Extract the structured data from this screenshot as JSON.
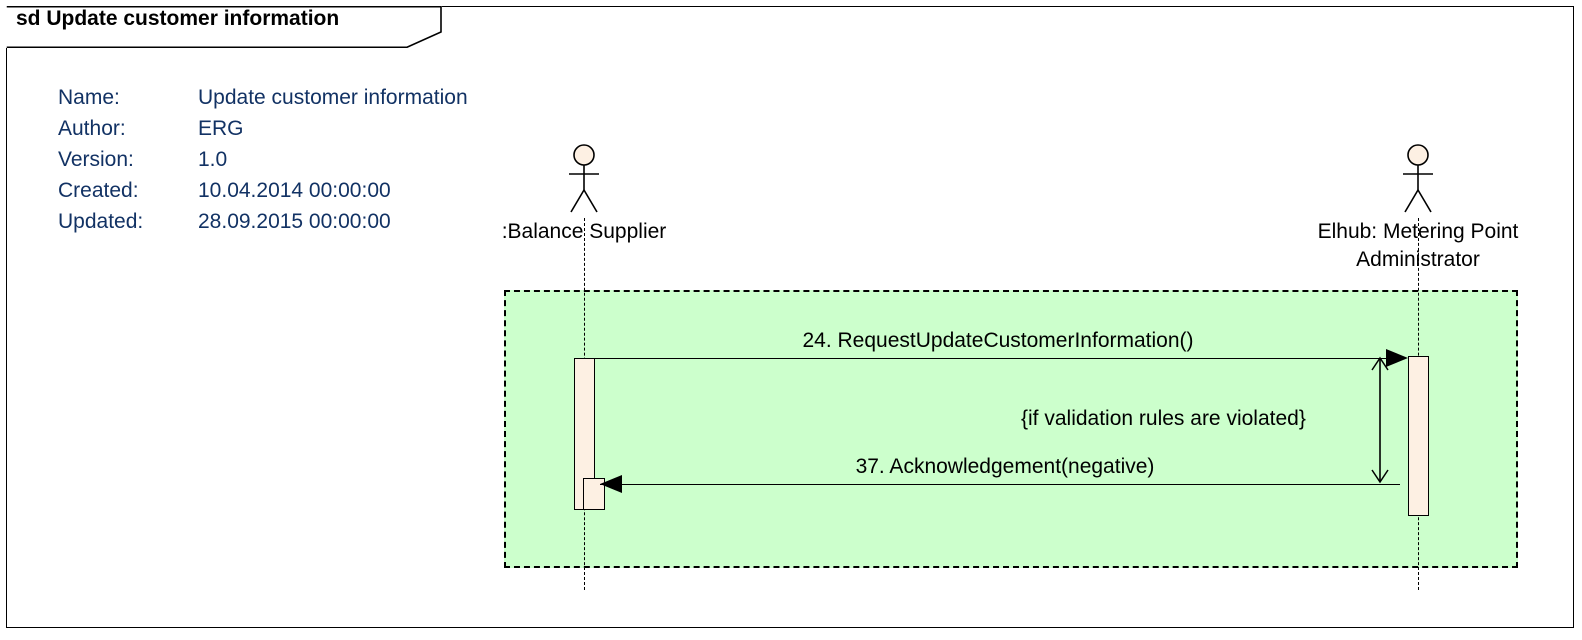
{
  "frame": {
    "header_label": "sd Update customer information"
  },
  "metadata": {
    "rows": [
      {
        "key": "Name:",
        "value": "Update customer information"
      },
      {
        "key": "Author:",
        "value": "ERG"
      },
      {
        "key": "Version:",
        "value": "1.0"
      },
      {
        "key": "Created:",
        "value": "10.04.2014 00:00:00"
      },
      {
        "key": "Updated:",
        "value": "28.09.2015 00:00:00"
      }
    ],
    "text_color": "#123264"
  },
  "lifelines": [
    {
      "id": "balance-supplier",
      "label": ":Balance Supplier"
    },
    {
      "id": "metering-point-administrator",
      "label": "Elhub: Metering Point\nAdministrator"
    }
  ],
  "region": {
    "fill_color": "#ccffcc",
    "border_style": "dashed"
  },
  "messages": [
    {
      "id": "msg-24",
      "label": "24. RequestUpdateCustomerInformation()",
      "direction": "right",
      "from": ":Balance Supplier",
      "to": "Elhub: Metering Point Administrator"
    },
    {
      "id": "msg-37",
      "label": "37. Acknowledgement(negative)",
      "direction": "left",
      "from": "Elhub: Metering Point Administrator",
      "to": ":Balance Supplier"
    }
  ],
  "constraint": {
    "label": "{if validation rules are violated}"
  },
  "colors": {
    "activation_fill": "#fdf0e3",
    "actor_head_fill": "#fdf0e3",
    "stroke": "#000000",
    "region_fill": "#ccffcc"
  }
}
